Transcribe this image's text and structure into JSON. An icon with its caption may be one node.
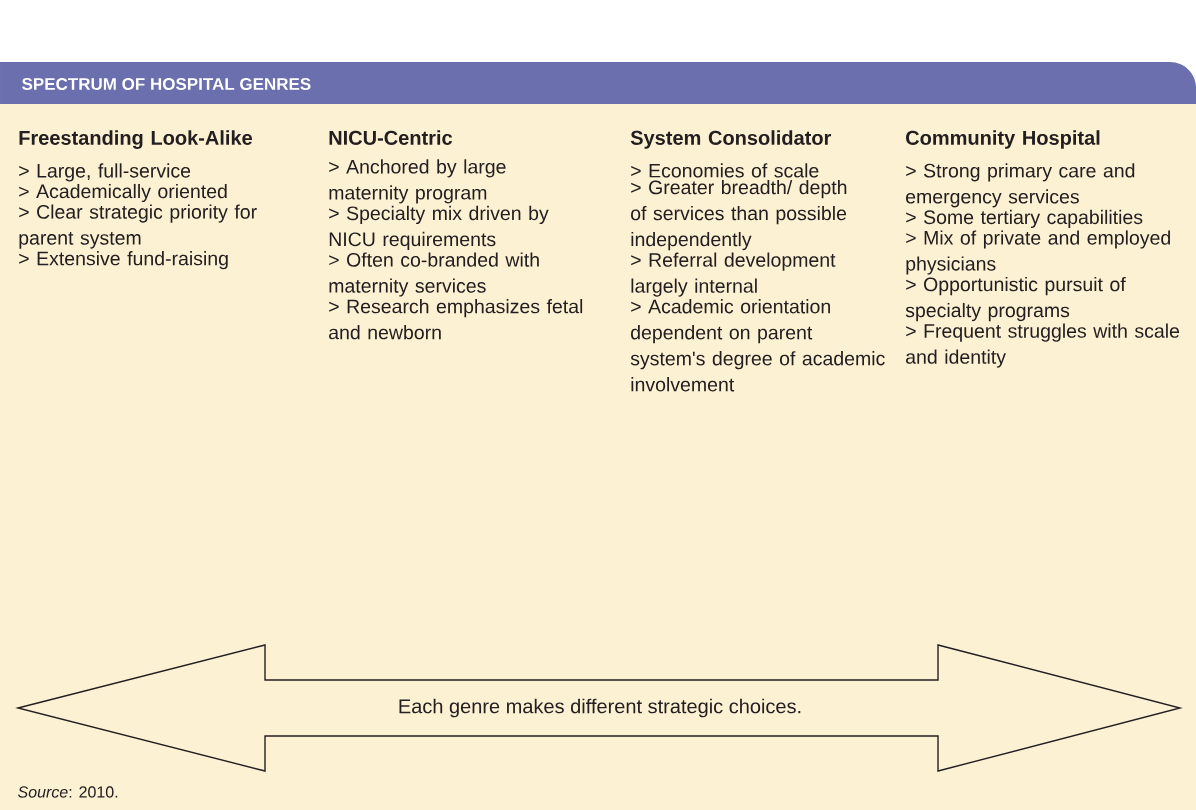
{
  "diagram": {
    "title": "SPECTRUM OF HOSPITAL GENRES",
    "nodes": [
      {
        "text": [
          "Each genre makes different strategic choices."
        ]
      }
    ],
    "edges": [],
    "labels": [
      "Freestanding Look-Alike",
      "> Large, full-service",
      "> Academically oriented",
      "> Clear strategic priority for parent system",
      "> Extensive fund-raising",
      "NICU-Centric",
      "> Anchored by large maternity program",
      "> Specialty mix driven by NICU requirements",
      "> Often co-branded with maternity services",
      "> Research emphasizes fetal and newborn",
      "System Consolidator",
      "> Economies of scale",
      "> Greater breadth/ depth of services than possible independently",
      "> Referral development largely internal",
      "> Academic orientation dependent on parent system's degree of academic involvement",
      "Community Hospital",
      "> Strong primary care and emergency services",
      "> Some tertiary capabilities",
      "> Mix of private and employed physicians",
      "> Opportunistic pursuit of specialty programs",
      "> Frequent struggles with scale and identity"
    ],
    "caption": "*Source*: 2010."
  }
}
